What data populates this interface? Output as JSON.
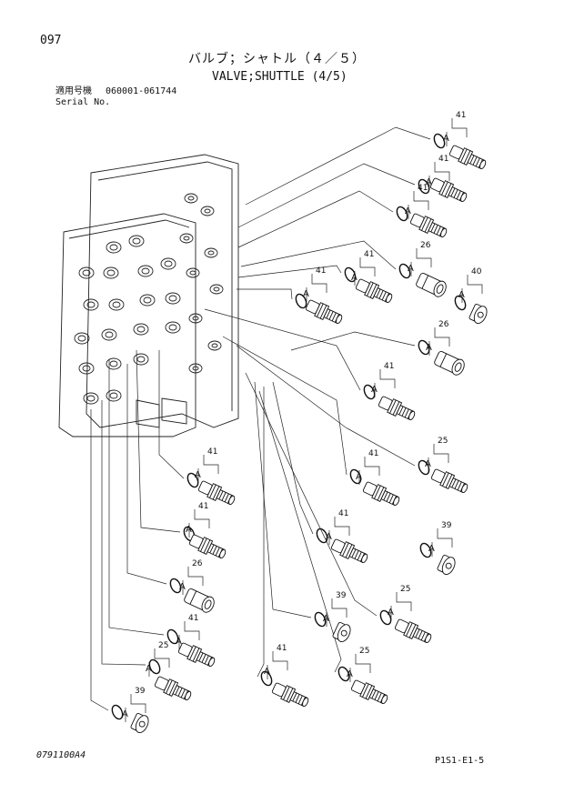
{
  "header": {
    "page_number": "097",
    "title_jp": "バルブ；シャトル（４／５）",
    "title_en": "VALVE;SHUTTLE (4/5)",
    "serial_label_jp": "適用号機",
    "serial_range": "060001-061744",
    "serial_label_en": "Serial No."
  },
  "footer": {
    "drawing_code": "0791100A4",
    "sheet_code": "P1S1-E1-5"
  },
  "callouts": [
    {
      "part": "41",
      "sub": "A",
      "kind": "adapter"
    },
    {
      "part": "41",
      "sub": "A",
      "kind": "adapter"
    },
    {
      "part": "41",
      "sub": "A",
      "kind": "adapter"
    },
    {
      "part": "26",
      "sub": "A",
      "kind": "connector"
    },
    {
      "part": "40",
      "sub": "A",
      "kind": "plug"
    },
    {
      "part": "41",
      "sub": "A",
      "kind": "adapter"
    },
    {
      "part": "41",
      "sub": "A",
      "kind": "adapter"
    },
    {
      "part": "26",
      "sub": "A",
      "kind": "connector"
    },
    {
      "part": "41",
      "sub": "A",
      "kind": "adapter"
    },
    {
      "part": "25",
      "sub": "A",
      "kind": "adapter"
    },
    {
      "part": "41",
      "sub": "A",
      "kind": "adapter"
    },
    {
      "part": "41",
      "sub": "A",
      "kind": "adapter"
    },
    {
      "part": "41",
      "sub": "A",
      "kind": "adapter"
    },
    {
      "part": "39",
      "sub": "A",
      "kind": "plug"
    },
    {
      "part": "41",
      "sub": "A",
      "kind": "adapter"
    },
    {
      "part": "26",
      "sub": "A",
      "kind": "connector"
    },
    {
      "part": "39",
      "sub": "A",
      "kind": "plug"
    },
    {
      "part": "25",
      "sub": "A",
      "kind": "adapter"
    },
    {
      "part": "41",
      "sub": "A",
      "kind": "adapter"
    },
    {
      "part": "25",
      "sub": "A",
      "kind": "adapter"
    },
    {
      "part": "41",
      "sub": "A",
      "kind": "adapter"
    },
    {
      "part": "25",
      "sub": "A",
      "kind": "adapter"
    },
    {
      "part": "39",
      "sub": "A",
      "kind": "plug"
    }
  ]
}
